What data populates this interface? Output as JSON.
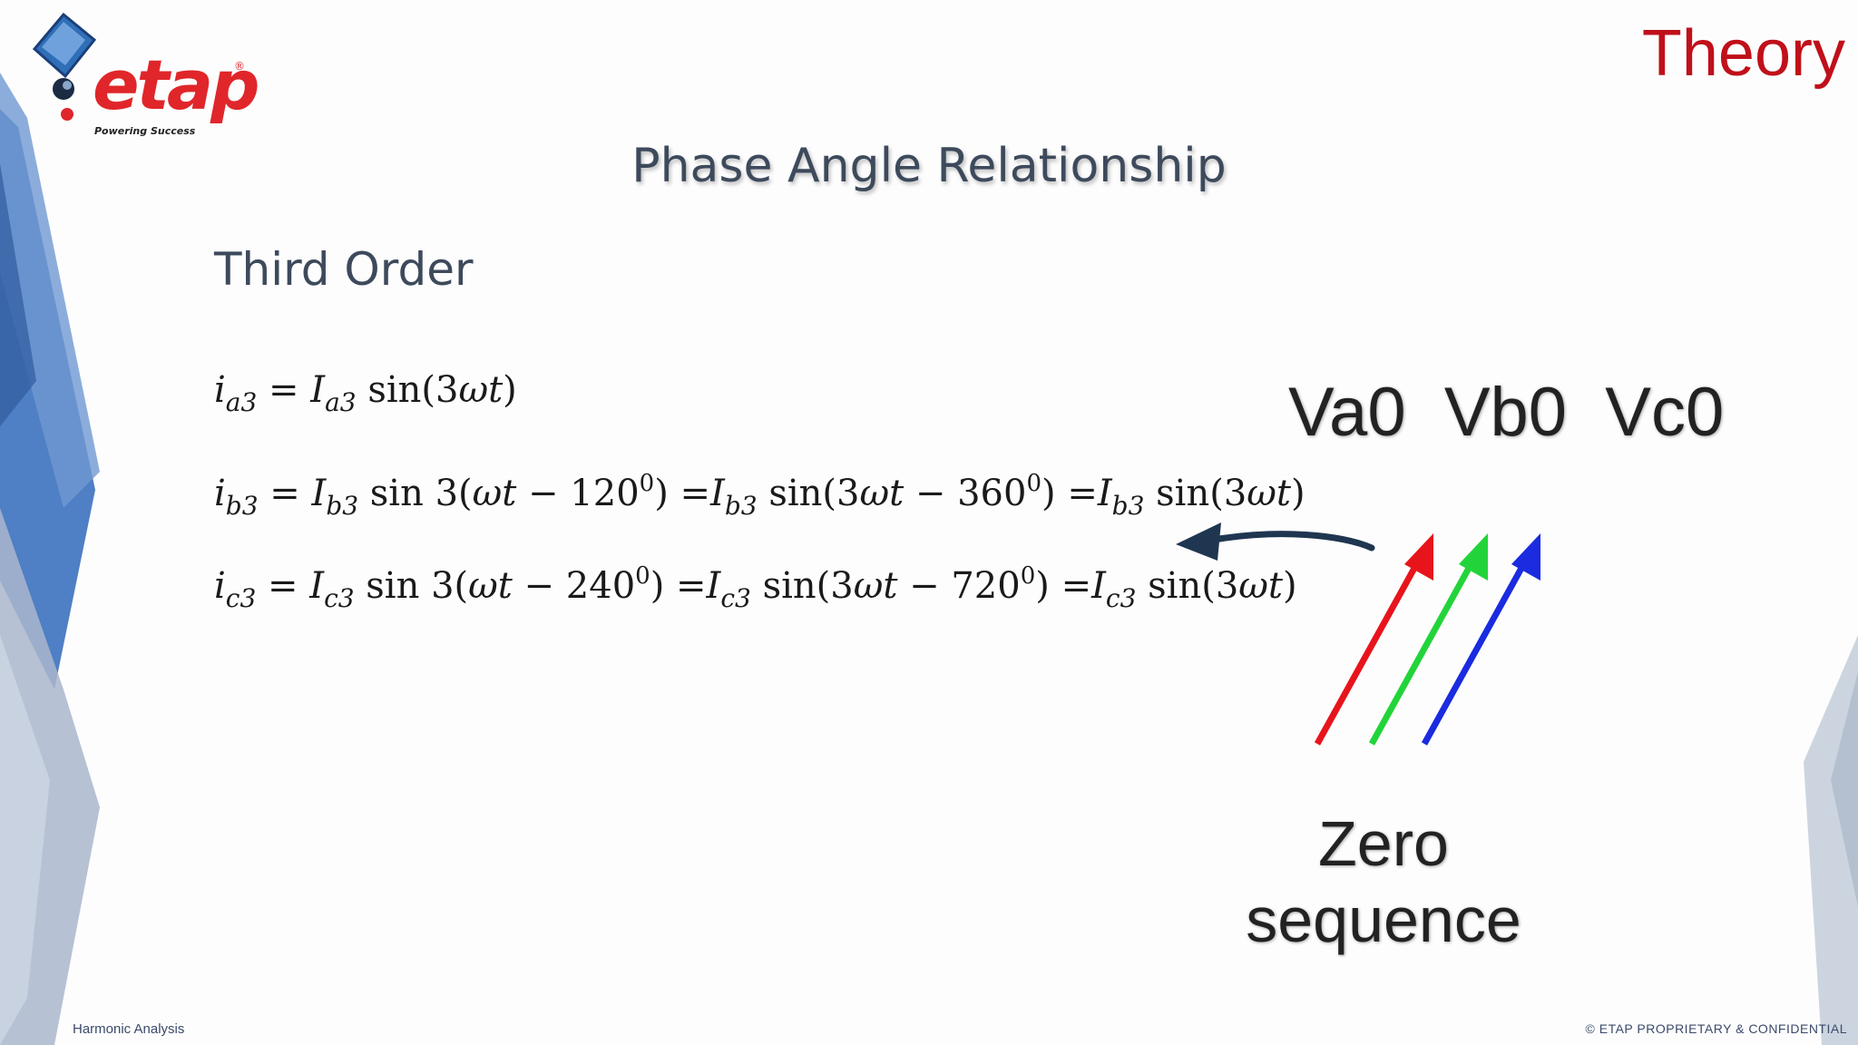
{
  "header": {
    "logo_text": "etap",
    "logo_registered": "®",
    "logo_tagline": "Powering Success",
    "section_label": "Theory"
  },
  "slide": {
    "title": "Phase Angle Relationship",
    "subtitle": "Third Order"
  },
  "equations": {
    "eq1": {
      "lhs_var": "i",
      "lhs_sub": "a3",
      "rhs_var": "I",
      "rhs_sub": "a3",
      "rhs_fn": "sin(3",
      "rhs_omega": "ωt",
      "rhs_close": ")"
    },
    "eq2": {
      "lhs_var": "i",
      "lhs_sub": "b3",
      "p1_var": "I",
      "p1_sub": "b3",
      "p1_text_a": "sin 3(",
      "p1_omega": "ωt",
      "p1_text_b": " − 120",
      "p1_sup": "0",
      "p1_text_c": ")",
      "p2_var": "I",
      "p2_sub": "b3",
      "p2_text_a": "sin(3",
      "p2_omega": "ωt",
      "p2_text_b": " − 360",
      "p2_sup": "0",
      "p2_text_c": ")",
      "p3_var": "I",
      "p3_sub": "b3",
      "p3_text_a": "sin(3",
      "p3_omega": "ωt",
      "p3_text_c": ")"
    },
    "eq3": {
      "lhs_var": "i",
      "lhs_sub": "c3",
      "p1_var": "I",
      "p1_sub": "c3",
      "p1_text_a": "sin 3(",
      "p1_omega": "ωt",
      "p1_text_b": " − 240",
      "p1_sup": "0",
      "p1_text_c": ")",
      "p2_var": "I",
      "p2_sub": "c3",
      "p2_text_a": "sin(3",
      "p2_omega": "ωt",
      "p2_text_b": " − 720",
      "p2_sup": "0",
      "p2_text_c": ")",
      "p3_var": "I",
      "p3_sub": "c3",
      "p3_text_a": "sin(3",
      "p3_omega": "ωt",
      "p3_text_c": ")"
    },
    "equals": "="
  },
  "figure": {
    "phasor_labels": "Va0  Vb0  Vc0",
    "caption_line1": "Zero",
    "caption_line2": "sequence",
    "colors": {
      "a": "#e8141c",
      "b": "#22d43a",
      "c": "#1a2be0",
      "pointer": "#1f3650"
    }
  },
  "footer": {
    "left": "Harmonic Analysis",
    "right": "© ETAP PROPRIETARY & CONFIDENTIAL"
  },
  "theme": {
    "accent_red": "#c0101a",
    "title_color": "#3d4a5c",
    "deco_blue": "#4d7cc0"
  }
}
